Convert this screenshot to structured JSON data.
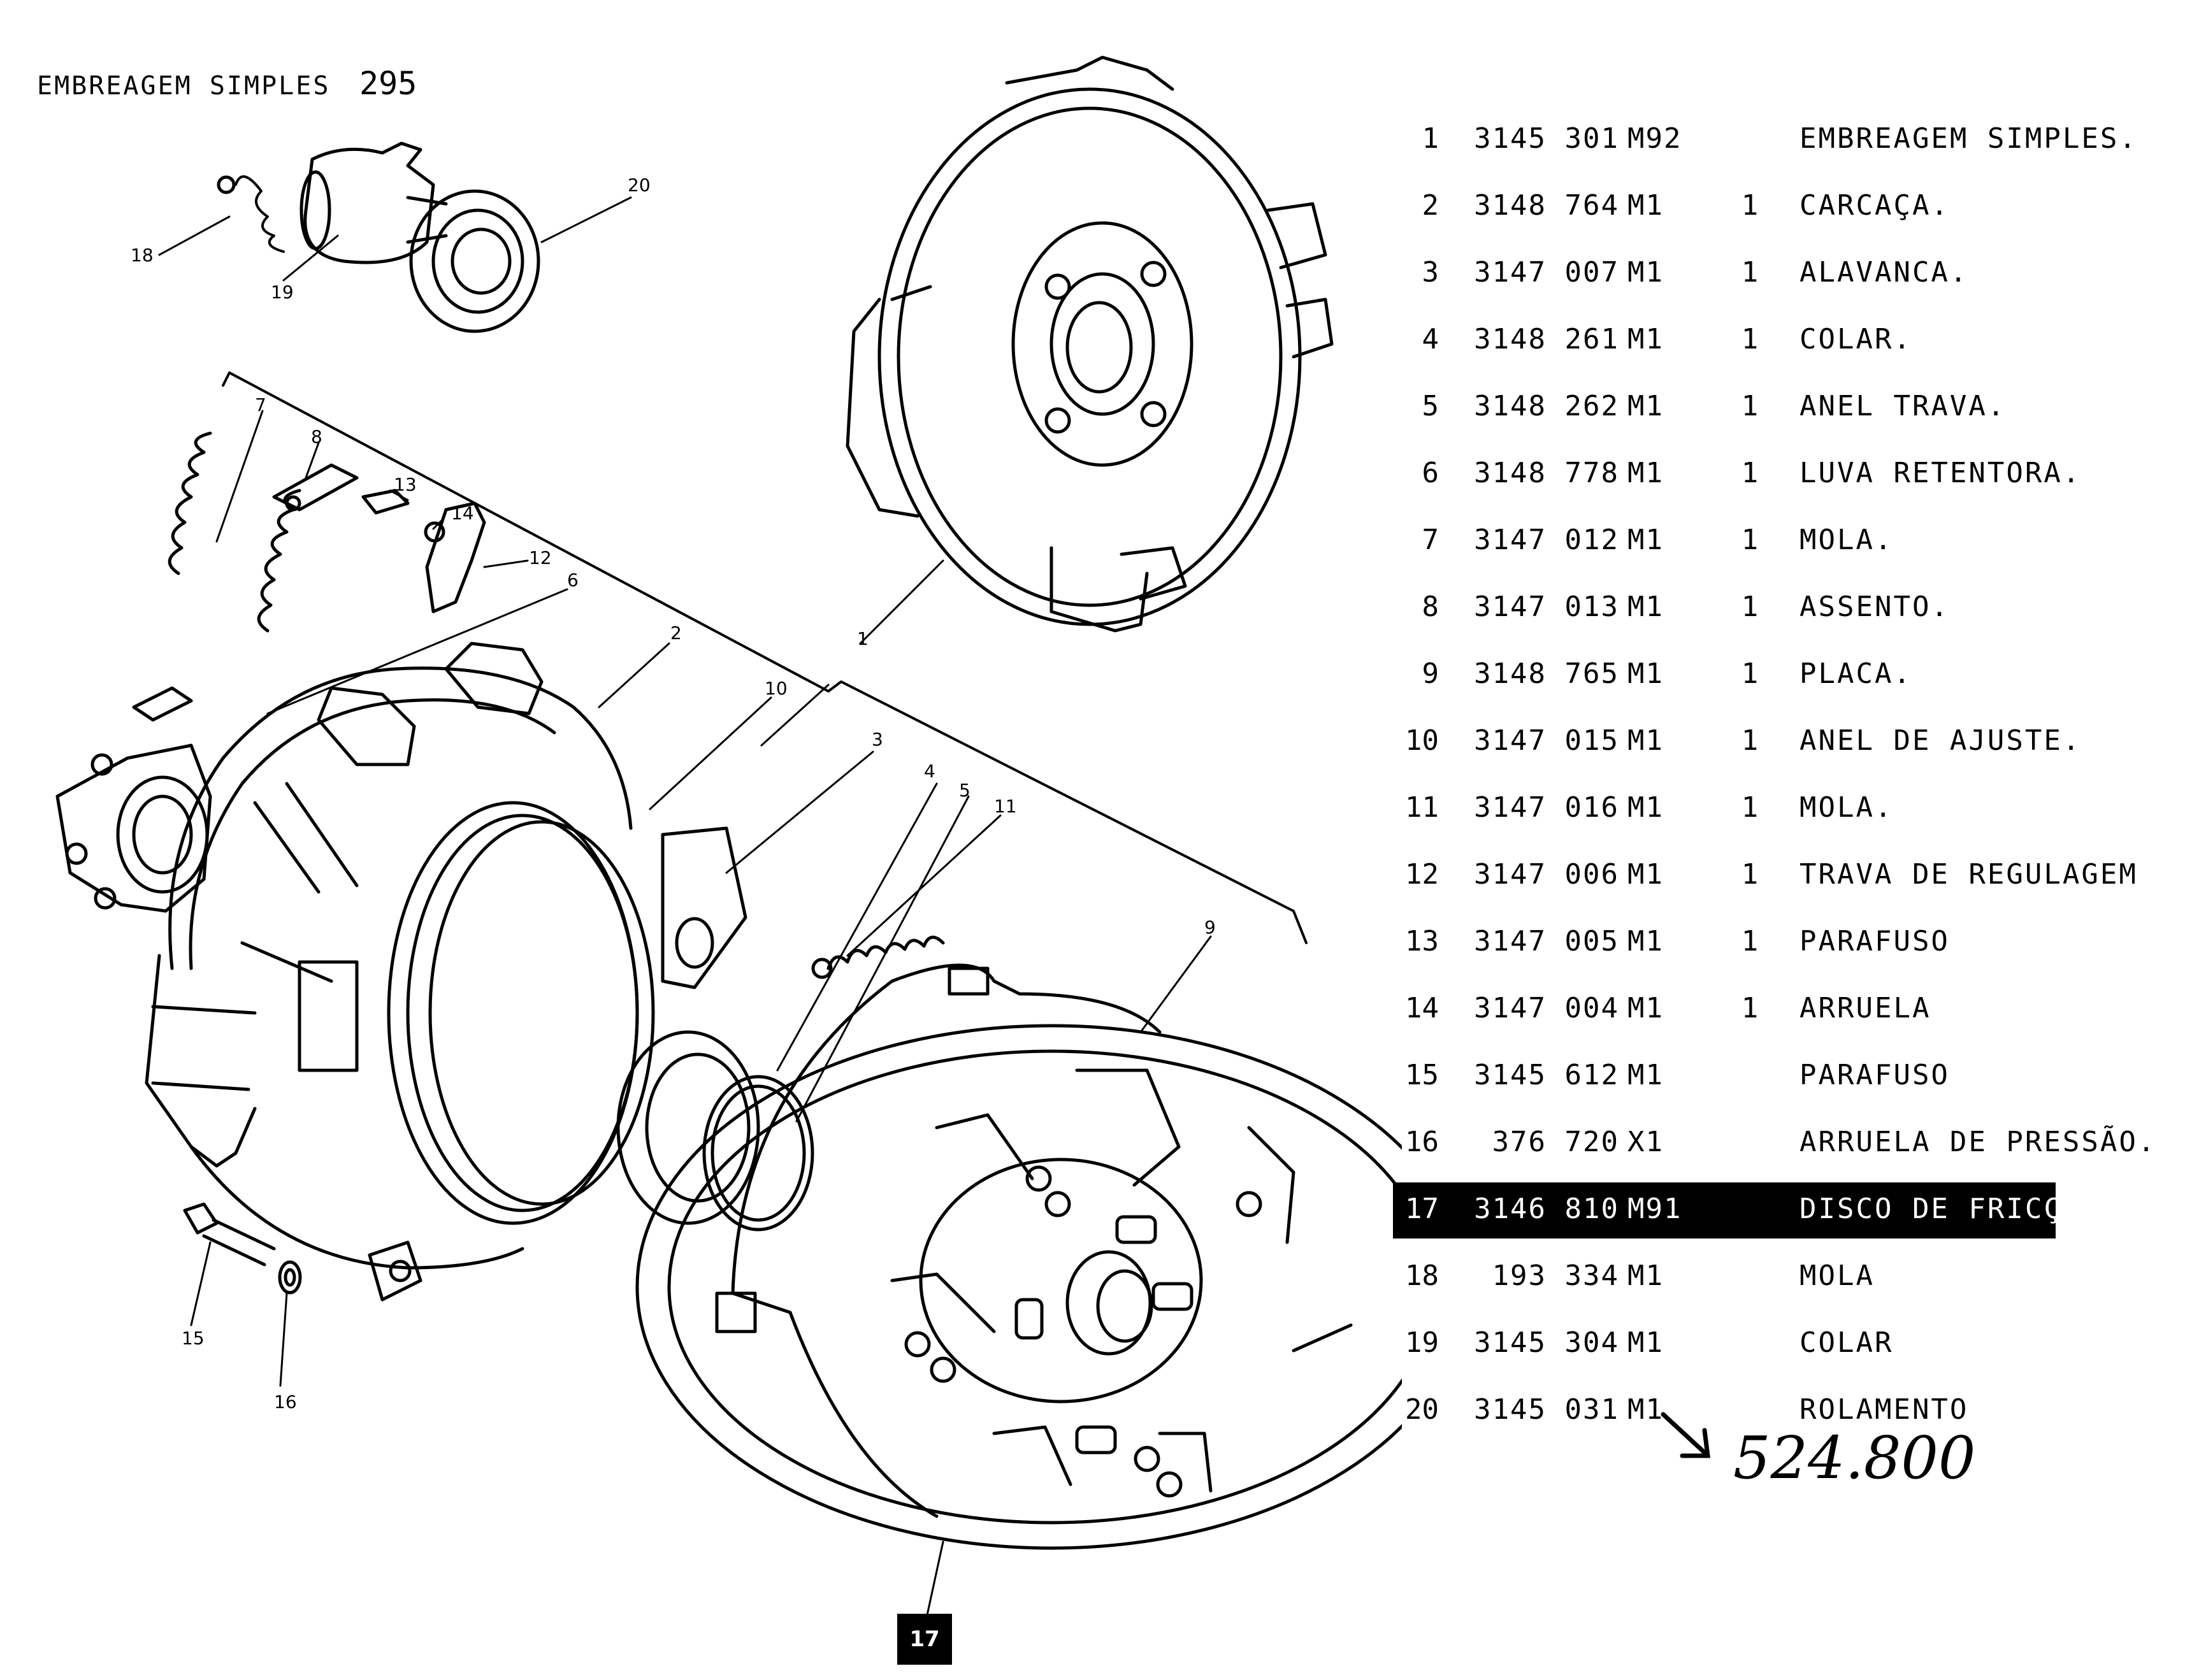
{
  "header": {
    "title": "EMBREAGEM SIMPLES",
    "page_number": "295"
  },
  "parts": [
    {
      "num": "1",
      "part": "3145 301",
      "suffix": "M92",
      "qty": "",
      "desc": "EMBREAGEM SIMPLES."
    },
    {
      "num": "2",
      "part": "3148 764",
      "suffix": "M1",
      "qty": "1",
      "desc": "CARCAÇA."
    },
    {
      "num": "3",
      "part": "3147 007",
      "suffix": "M1",
      "qty": "1",
      "desc": "ALAVANCA."
    },
    {
      "num": "4",
      "part": "3148 261",
      "suffix": "M1",
      "qty": "1",
      "desc": "COLAR."
    },
    {
      "num": "5",
      "part": "3148 262",
      "suffix": "M1",
      "qty": "1",
      "desc": "ANEL TRAVA."
    },
    {
      "num": "6",
      "part": "3148 778",
      "suffix": "M1",
      "qty": "1",
      "desc": "LUVA RETENTORA."
    },
    {
      "num": "7",
      "part": "3147 012",
      "suffix": "M1",
      "qty": "1",
      "desc": "MOLA."
    },
    {
      "num": "8",
      "part": "3147 013",
      "suffix": "M1",
      "qty": "1",
      "desc": "ASSENTO."
    },
    {
      "num": "9",
      "part": "3148 765",
      "suffix": "M1",
      "qty": "1",
      "desc": "PLACA."
    },
    {
      "num": "10",
      "part": "3147 015",
      "suffix": "M1",
      "qty": "1",
      "desc": "ANEL DE AJUSTE."
    },
    {
      "num": "11",
      "part": "3147 016",
      "suffix": "M1",
      "qty": "1",
      "desc": "MOLA."
    },
    {
      "num": "12",
      "part": "3147 006",
      "suffix": "M1",
      "qty": "1",
      "desc": "TRAVA DE REGULAGEM"
    },
    {
      "num": "13",
      "part": "3147 005",
      "suffix": "M1",
      "qty": "1",
      "desc": "PARAFUSO"
    },
    {
      "num": "14",
      "part": "3147 004",
      "suffix": "M1",
      "qty": "1",
      "desc": "ARRUELA"
    },
    {
      "num": "15",
      "part": "3145 612",
      "suffix": "M1",
      "qty": "",
      "desc": "PARAFUSO"
    },
    {
      "num": "16",
      "part": "376 720",
      "suffix": "X1",
      "qty": "",
      "desc": "ARRUELA DE PRESSÃO."
    },
    {
      "num": "17",
      "part": "3146 810",
      "suffix": "M91",
      "qty": "",
      "desc": "DISCO DE FRICÇÃO.",
      "highlight": true
    },
    {
      "num": "18",
      "part": "193 334",
      "suffix": "M1",
      "qty": "",
      "desc": "MOLA"
    },
    {
      "num": "19",
      "part": "3145 304",
      "suffix": "M1",
      "qty": "",
      "desc": "COLAR"
    },
    {
      "num": "20",
      "part": "3145 031",
      "suffix": "M1",
      "qty": "",
      "desc": "ROLAMENTO"
    }
  ],
  "handwritten_note": "524.800",
  "selected_callout": "17",
  "callouts": [
    "1",
    "2",
    "3",
    "4",
    "5",
    "6",
    "7",
    "8",
    "9",
    "10",
    "11",
    "12",
    "13",
    "14",
    "15",
    "16",
    "18",
    "19",
    "20"
  ]
}
